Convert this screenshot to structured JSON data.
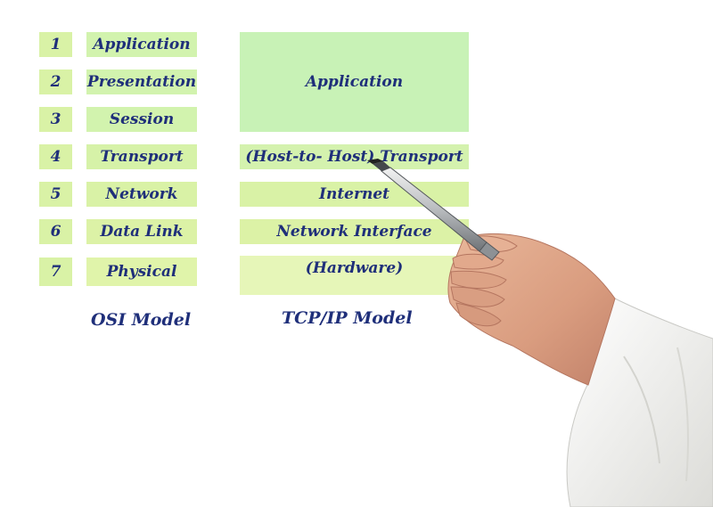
{
  "colors": {
    "box_fill": "#d9f2a6",
    "box_fill_light": "#c8f0b0",
    "tcp_app_fill": "#c8f2b6",
    "tcp_hw_fill": "#e6f6b8",
    "text": "#1f2f7a"
  },
  "osi": {
    "caption": "OSI Model",
    "layers": [
      {
        "number": "1",
        "name": "Application"
      },
      {
        "number": "2",
        "name": "Presentation"
      },
      {
        "number": "3",
        "name": "Session"
      },
      {
        "number": "4",
        "name": "Transport"
      },
      {
        "number": "5",
        "name": "Network"
      },
      {
        "number": "6",
        "name": "Data Link"
      },
      {
        "number": "7",
        "name": "Physical"
      }
    ]
  },
  "tcpip": {
    "caption": "TCP/IP Model",
    "layers": [
      {
        "name": "Application"
      },
      {
        "name": "(Host-to- Host) Transport"
      },
      {
        "name": "Internet"
      },
      {
        "name": "Network Interface"
      },
      {
        "name": "(Hardware)"
      }
    ]
  },
  "illustration": {
    "hand_icon": "hand-holding-pen-icon"
  }
}
